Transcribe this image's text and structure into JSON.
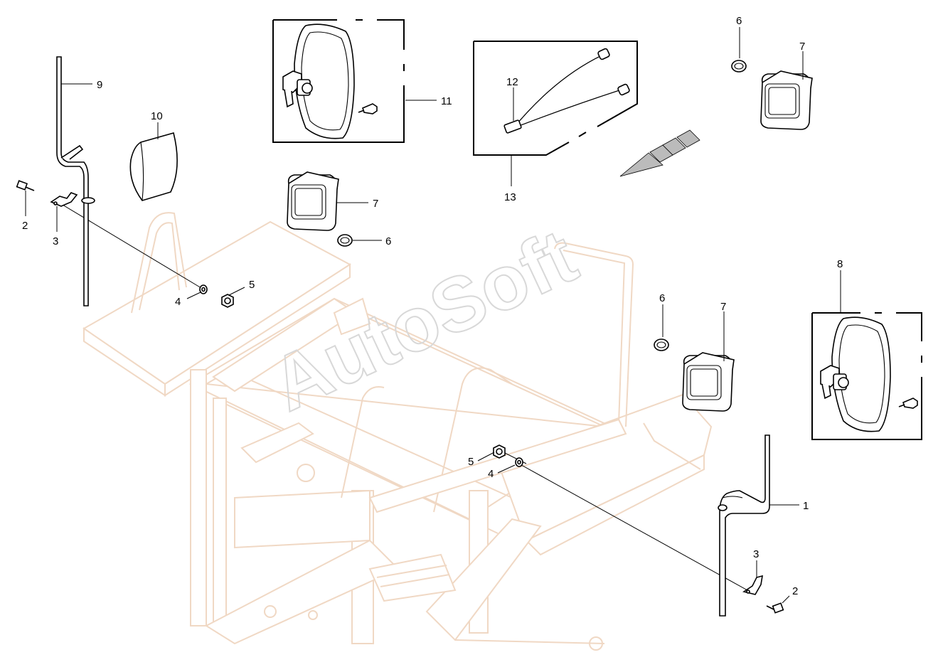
{
  "watermark": "AutoSoft",
  "callouts": {
    "c1": "1",
    "c2a": "2",
    "c2b": "2",
    "c3a": "3",
    "c3b": "3",
    "c4a": "4",
    "c4b": "4",
    "c5a": "5",
    "c5b": "5",
    "c6a": "6",
    "c6b": "6",
    "c6c": "6",
    "c7a": "7",
    "c7b": "7",
    "c7c": "7",
    "c8": "8",
    "c9": "9",
    "c10": "10",
    "c11": "11",
    "c12": "12",
    "c13": "13"
  },
  "colors": {
    "frame_outline": "#f0d8c4",
    "line_art": "#000000",
    "watermark": "#d8d8d8"
  }
}
